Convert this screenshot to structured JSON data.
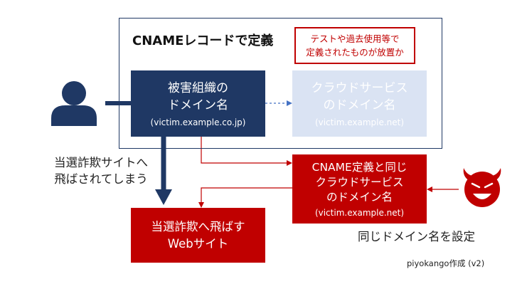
{
  "cname_section": {
    "title": "CNAMEレコードで定義"
  },
  "note": {
    "line1": "テストや過去使用等で",
    "line2": "定義されたものが放置か"
  },
  "victim_domain": {
    "line1": "被害組織の",
    "line2": "ドメイン名",
    "domain": "(victim.example.co.jp)"
  },
  "cloud_domain": {
    "line1": "クラウドサービス",
    "line2": "のドメイン名",
    "domain": "(victim.example.net)"
  },
  "attacker_domain": {
    "line1": "CNAME定義と同じ",
    "line2": "クラウドサービス",
    "line3": "のドメイン名",
    "domain": "(victim.example.net)"
  },
  "scam_site": {
    "line1": "当選詐欺へ飛ばす",
    "line2": "Webサイト"
  },
  "redirect_label": {
    "line1": "当選詐欺サイトへ",
    "line2": "飛ばされてしまう"
  },
  "same_domain_label": "同じドメイン名を設定",
  "credit": "piyokango作成 (v2)",
  "icons": {
    "user": "user-icon",
    "attacker": "devil-icon"
  },
  "colors": {
    "navy": "#1f3864",
    "red": "#c00000",
    "pale_blue": "#dae3f3",
    "blue_dash": "#4472c4"
  }
}
